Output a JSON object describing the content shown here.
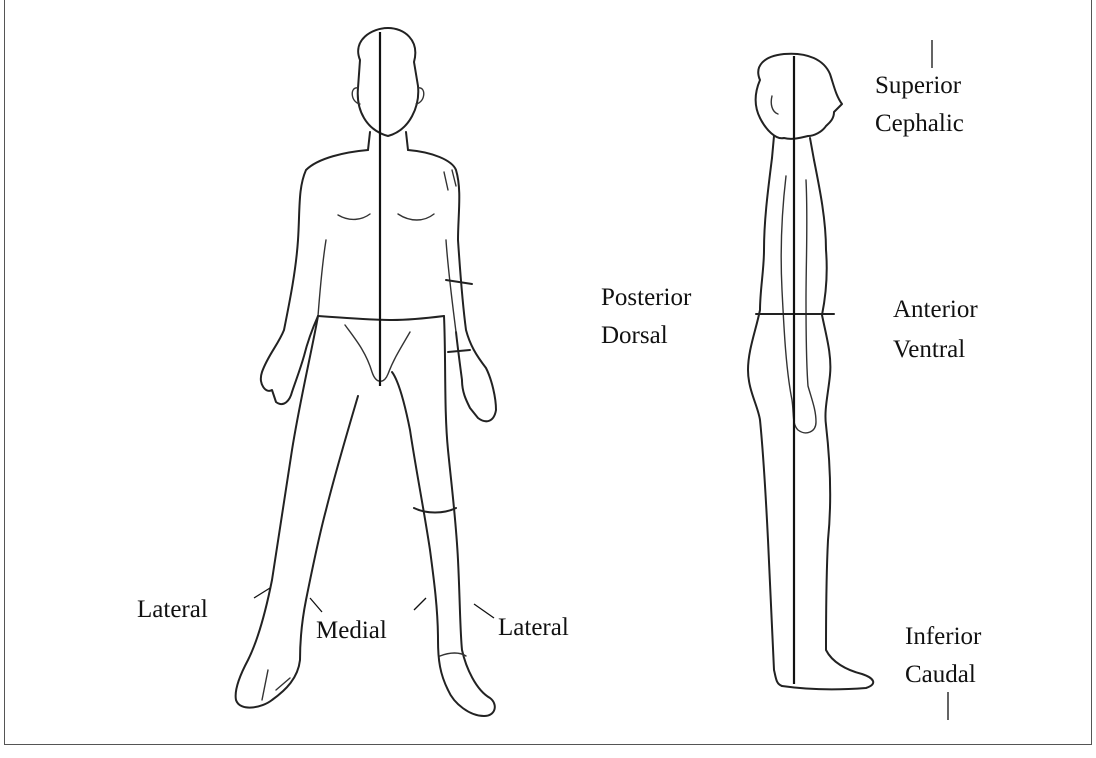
{
  "labels": {
    "front_lateral_left": "Lateral",
    "front_medial": "Medial",
    "front_lateral_right": "Lateral",
    "superior": "Superior",
    "cephalic": "Cephalic",
    "posterior": "Posterior",
    "dorsal": "Dorsal",
    "anterior": "Anterior",
    "ventral": "Ventral",
    "inferior": "Inferior",
    "caudal": "Caudal"
  }
}
